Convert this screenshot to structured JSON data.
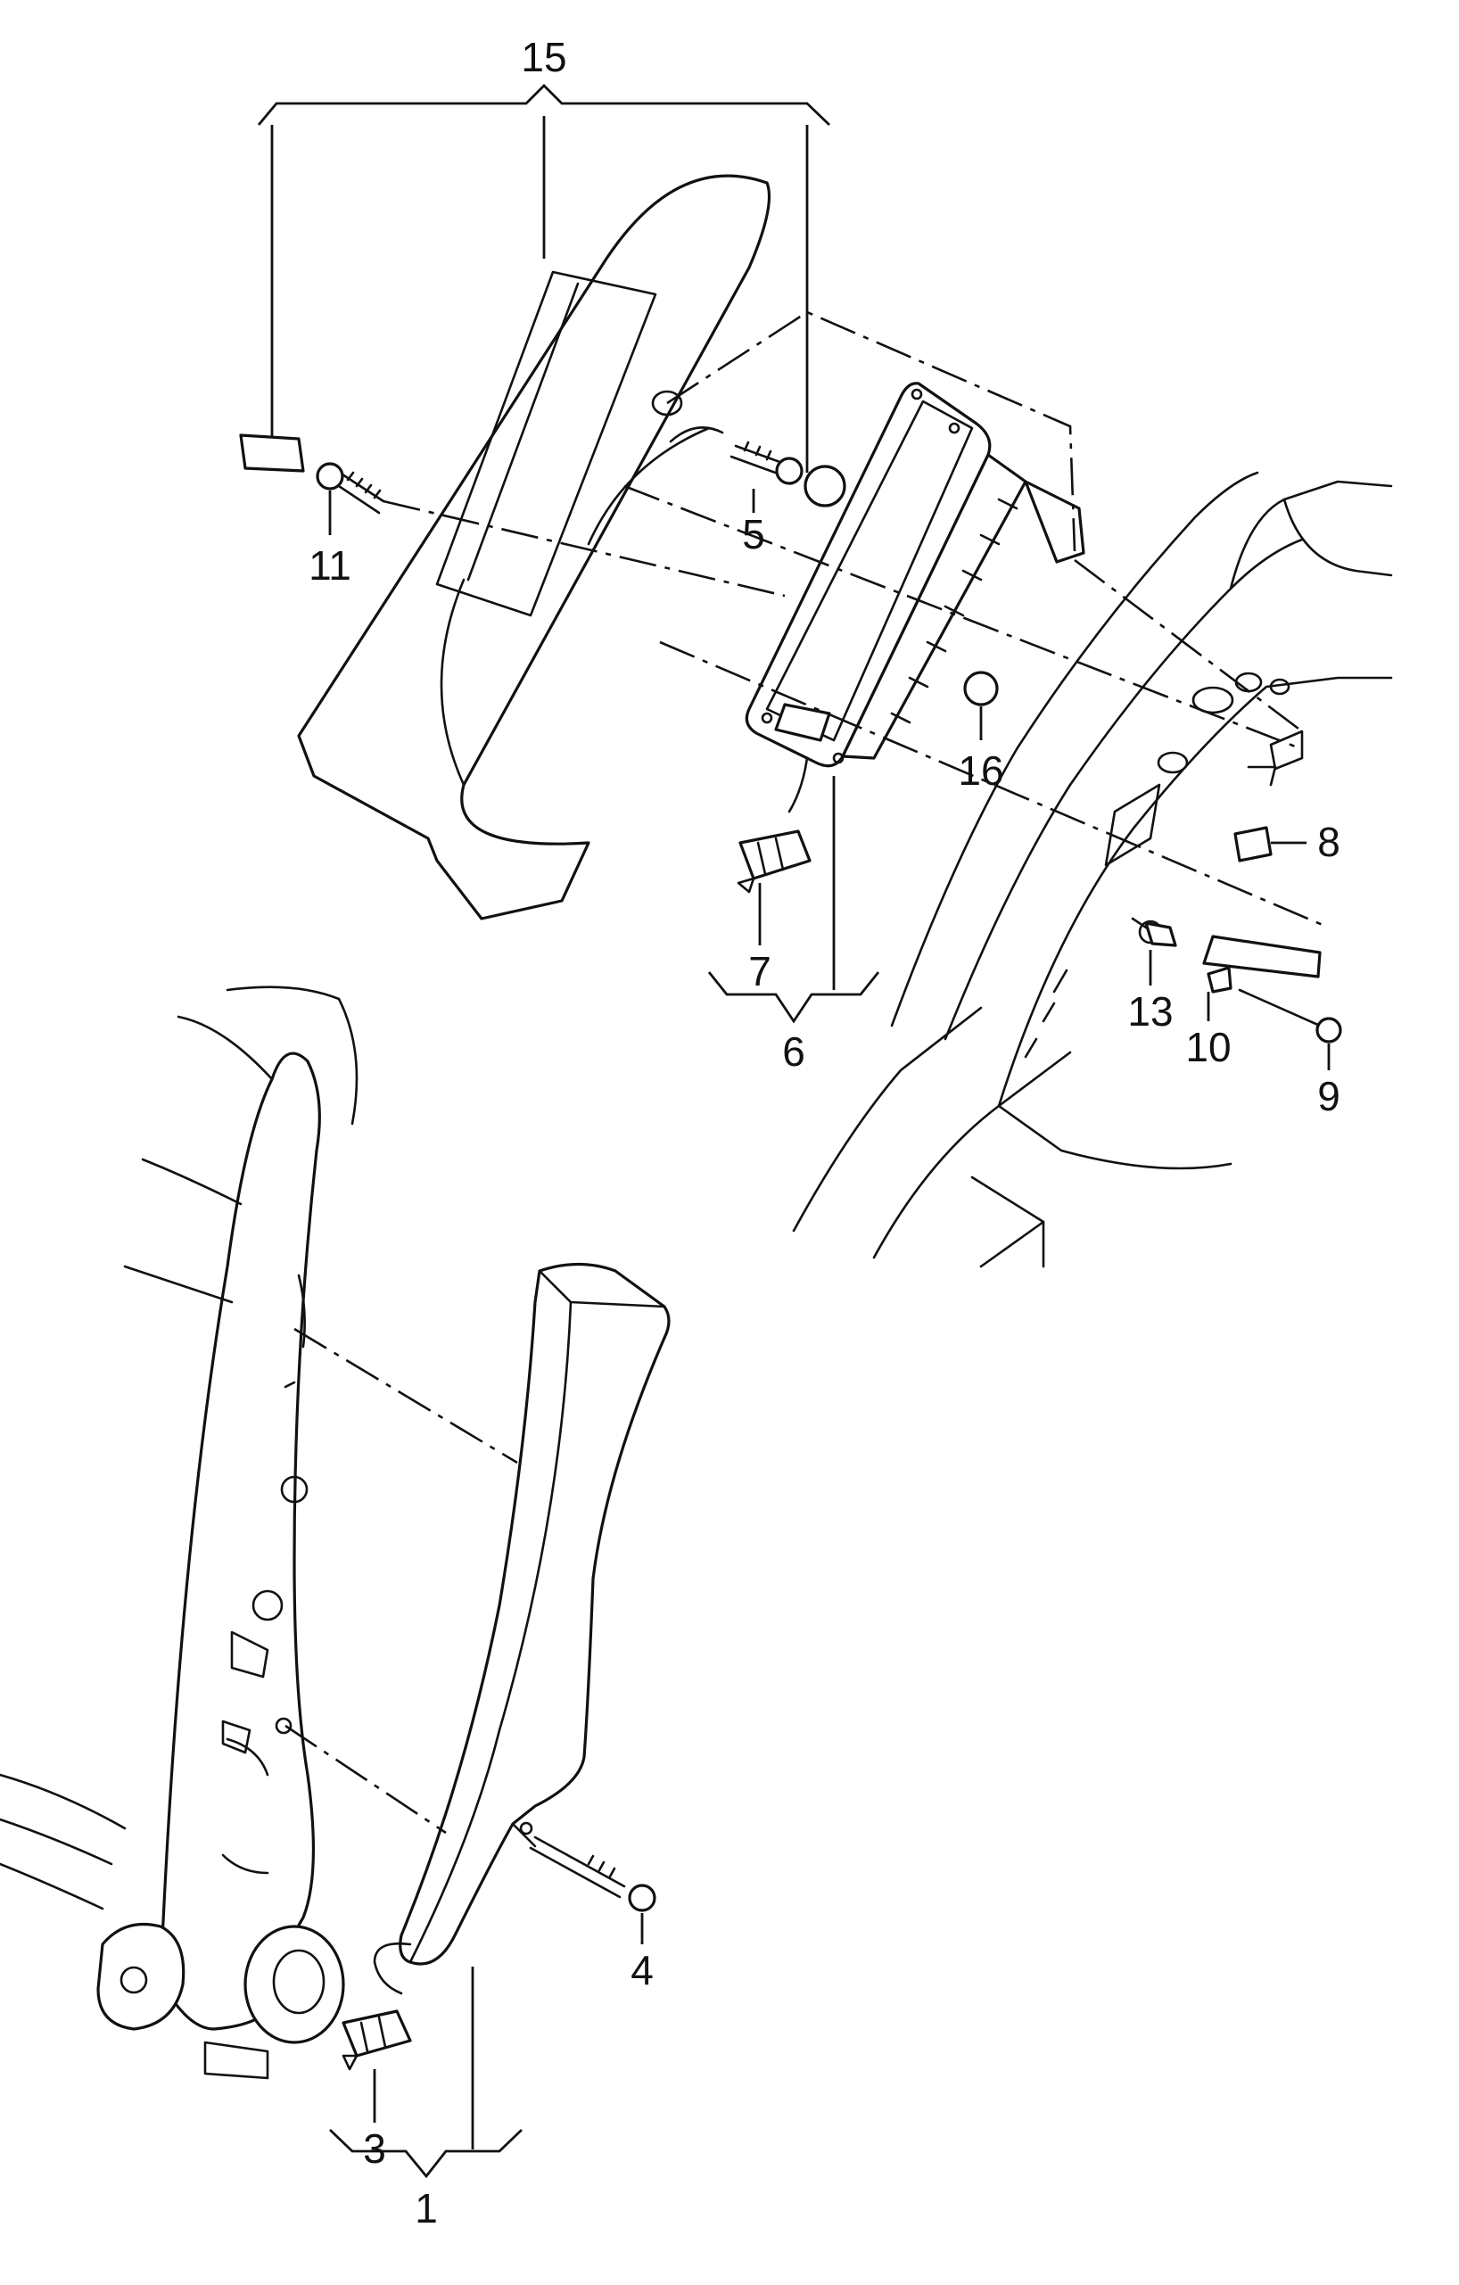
{
  "diagram": {
    "callouts": [
      {
        "id": "c15",
        "text": "15"
      },
      {
        "id": "c11",
        "text": "11"
      },
      {
        "id": "c5",
        "text": "5"
      },
      {
        "id": "c16",
        "text": "16"
      },
      {
        "id": "c8",
        "text": "8"
      },
      {
        "id": "c7",
        "text": "7"
      },
      {
        "id": "c6",
        "text": "6"
      },
      {
        "id": "c13",
        "text": "13"
      },
      {
        "id": "c10",
        "text": "10"
      },
      {
        "id": "c9",
        "text": "9"
      },
      {
        "id": "c4",
        "text": "4"
      },
      {
        "id": "c3",
        "text": "3"
      },
      {
        "id": "c1",
        "text": "1"
      }
    ]
  }
}
